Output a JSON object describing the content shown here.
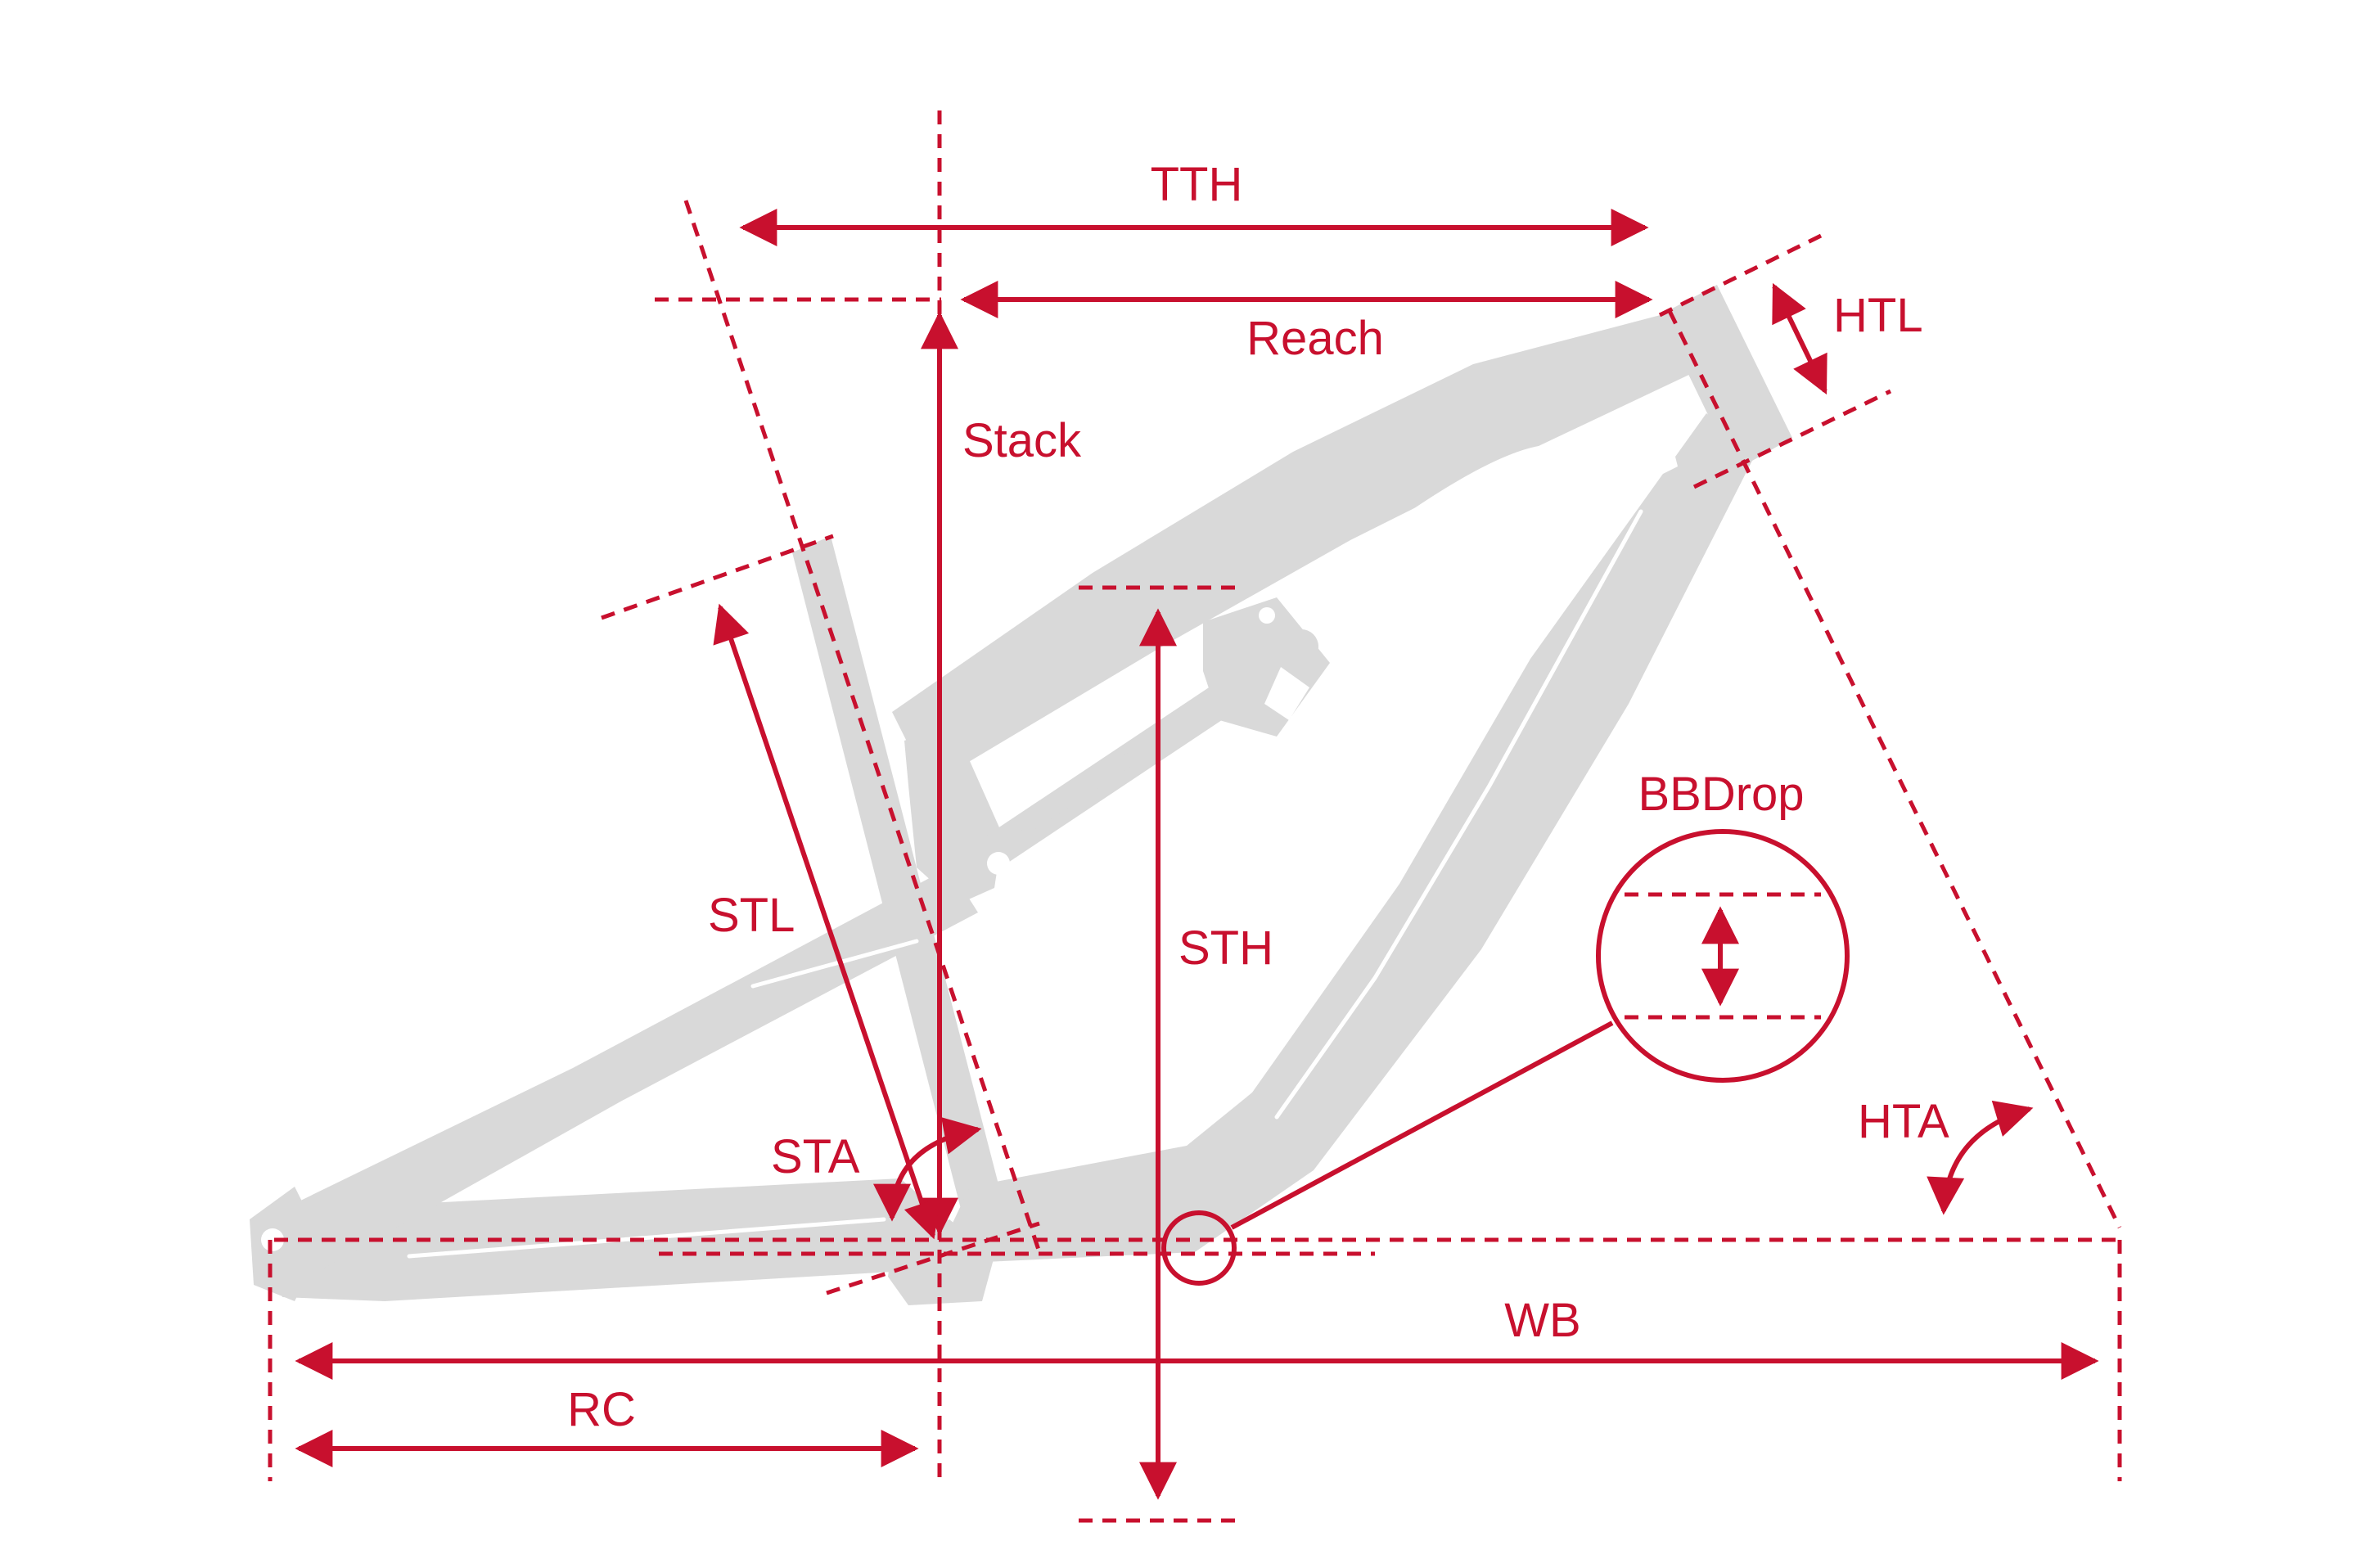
{
  "diagram": {
    "type": "bicycle-frame-geometry",
    "colors": {
      "accent": "#c8102e",
      "frame": "#d9d9d9",
      "background": "#ffffff"
    },
    "labels": {
      "tth": "TTH",
      "reach": "Reach",
      "htl": "HTL",
      "stack": "Stack",
      "stl": "STL",
      "sth": "STH",
      "bbdrop": "BBDrop",
      "sta": "STA",
      "hta": "HTA",
      "wb": "WB",
      "rc": "RC"
    }
  }
}
